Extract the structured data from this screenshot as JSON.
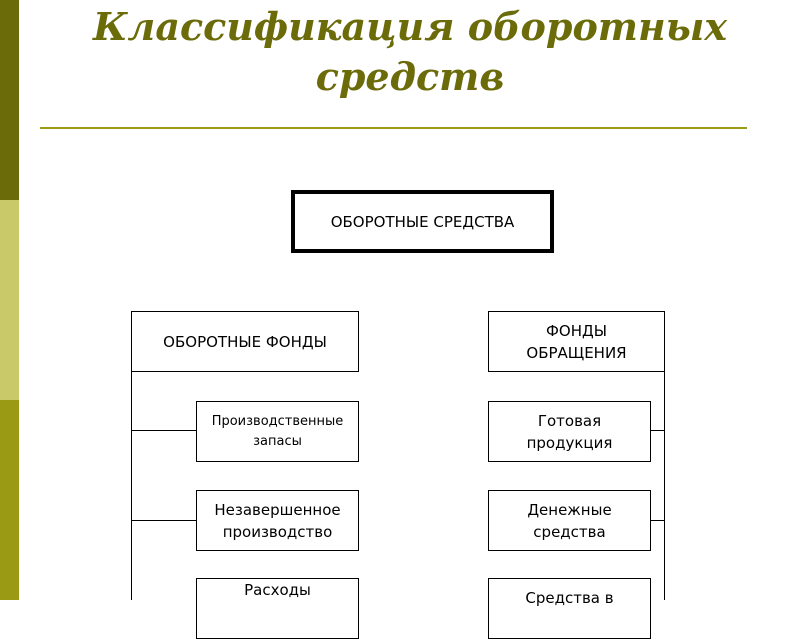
{
  "slide": {
    "title": "Классификация оборотных средств"
  },
  "diagram": {
    "root": "ОБОРОТНЫЕ СРЕДСТВА",
    "left_branch": {
      "label": "ОБОРОТНЫЕ ФОНДЫ",
      "items": [
        "Производственные запасы",
        "Незавершенное производство",
        "Расходы"
      ]
    },
    "right_branch": {
      "label": "ФОНДЫ ОБРАЩЕНИЯ",
      "items": [
        "Готовая продукция",
        "Денежные средства",
        "Средства в"
      ]
    }
  },
  "colors": {
    "accent_dark": "#6b6b0a",
    "accent_light": "#c9c96a",
    "accent_mid": "#9a9a14"
  }
}
